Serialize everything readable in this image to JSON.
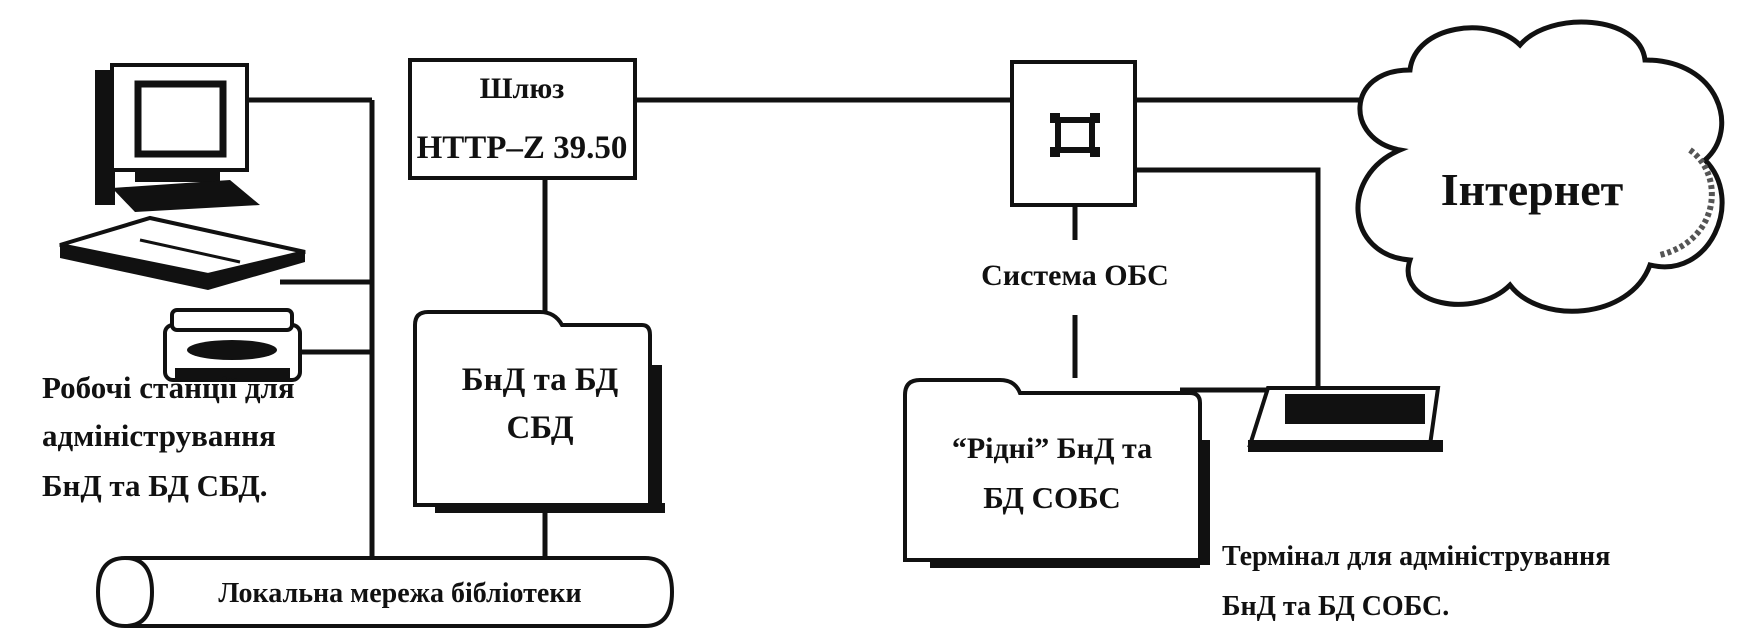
{
  "workstations_label": [
    "Робочі станції для",
    "адміністрування",
    "БнД та БД СБД."
  ],
  "gateway": {
    "line1": "Шлюз",
    "line2": "HTTP–Z 39.50"
  },
  "sbd_folder": {
    "line1": "БнД та БД",
    "line2": "СБД"
  },
  "obs_system_label": "Система ОБС",
  "internet_label": "Інтернет",
  "native_folder": {
    "line1": "“Рідні” БнД та",
    "line2": "БД СОБС"
  },
  "terminal_label": [
    "Термінал для адміністрування",
    "БнД та БД СОБС."
  ],
  "lan_label": "Локальна мережа бібліотеки"
}
